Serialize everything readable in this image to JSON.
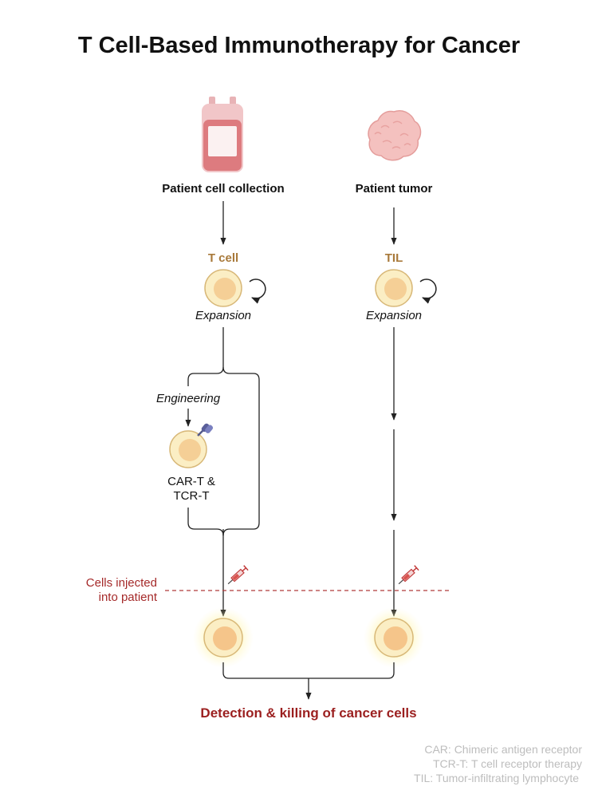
{
  "title": "T Cell-Based Immunotherapy for Cancer",
  "sources": {
    "left_label": "Patient cell collection",
    "right_label": "Patient tumor"
  },
  "cells": {
    "t_cell_label": "T cell",
    "til_label": "TIL",
    "expansion_left": "Expansion",
    "expansion_right": "Expansion",
    "engineering": "Engineering",
    "car_t_line1": "CAR-T &",
    "car_t_line2": "TCR-T"
  },
  "injection": {
    "line1": "Cells injected",
    "line2": "into patient"
  },
  "result": "Detection & killing of cancer cells",
  "footnotes": [
    "CAR: Chimeric antigen receptor",
    "TCR-T: T cell receptor therapy",
    "TIL: Tumor-infiltrating lymphocyte"
  ],
  "colors": {
    "cell_label": "#a8793a",
    "injection_red": "#a52a2a",
    "result_red": "#9b1f1f",
    "cell_fill": "#fbeec4",
    "cell_stroke": "#d8b878",
    "nucleus": "#f5cf96",
    "footnote_gray": "#bdbdbd"
  },
  "icons": {
    "blood_bag": "blood-bag-icon",
    "tumor": "tumor-icon",
    "syringe": "syringe-icon",
    "receptor": "receptor-icon",
    "expansion_arrow": "circular-arrow-icon"
  }
}
